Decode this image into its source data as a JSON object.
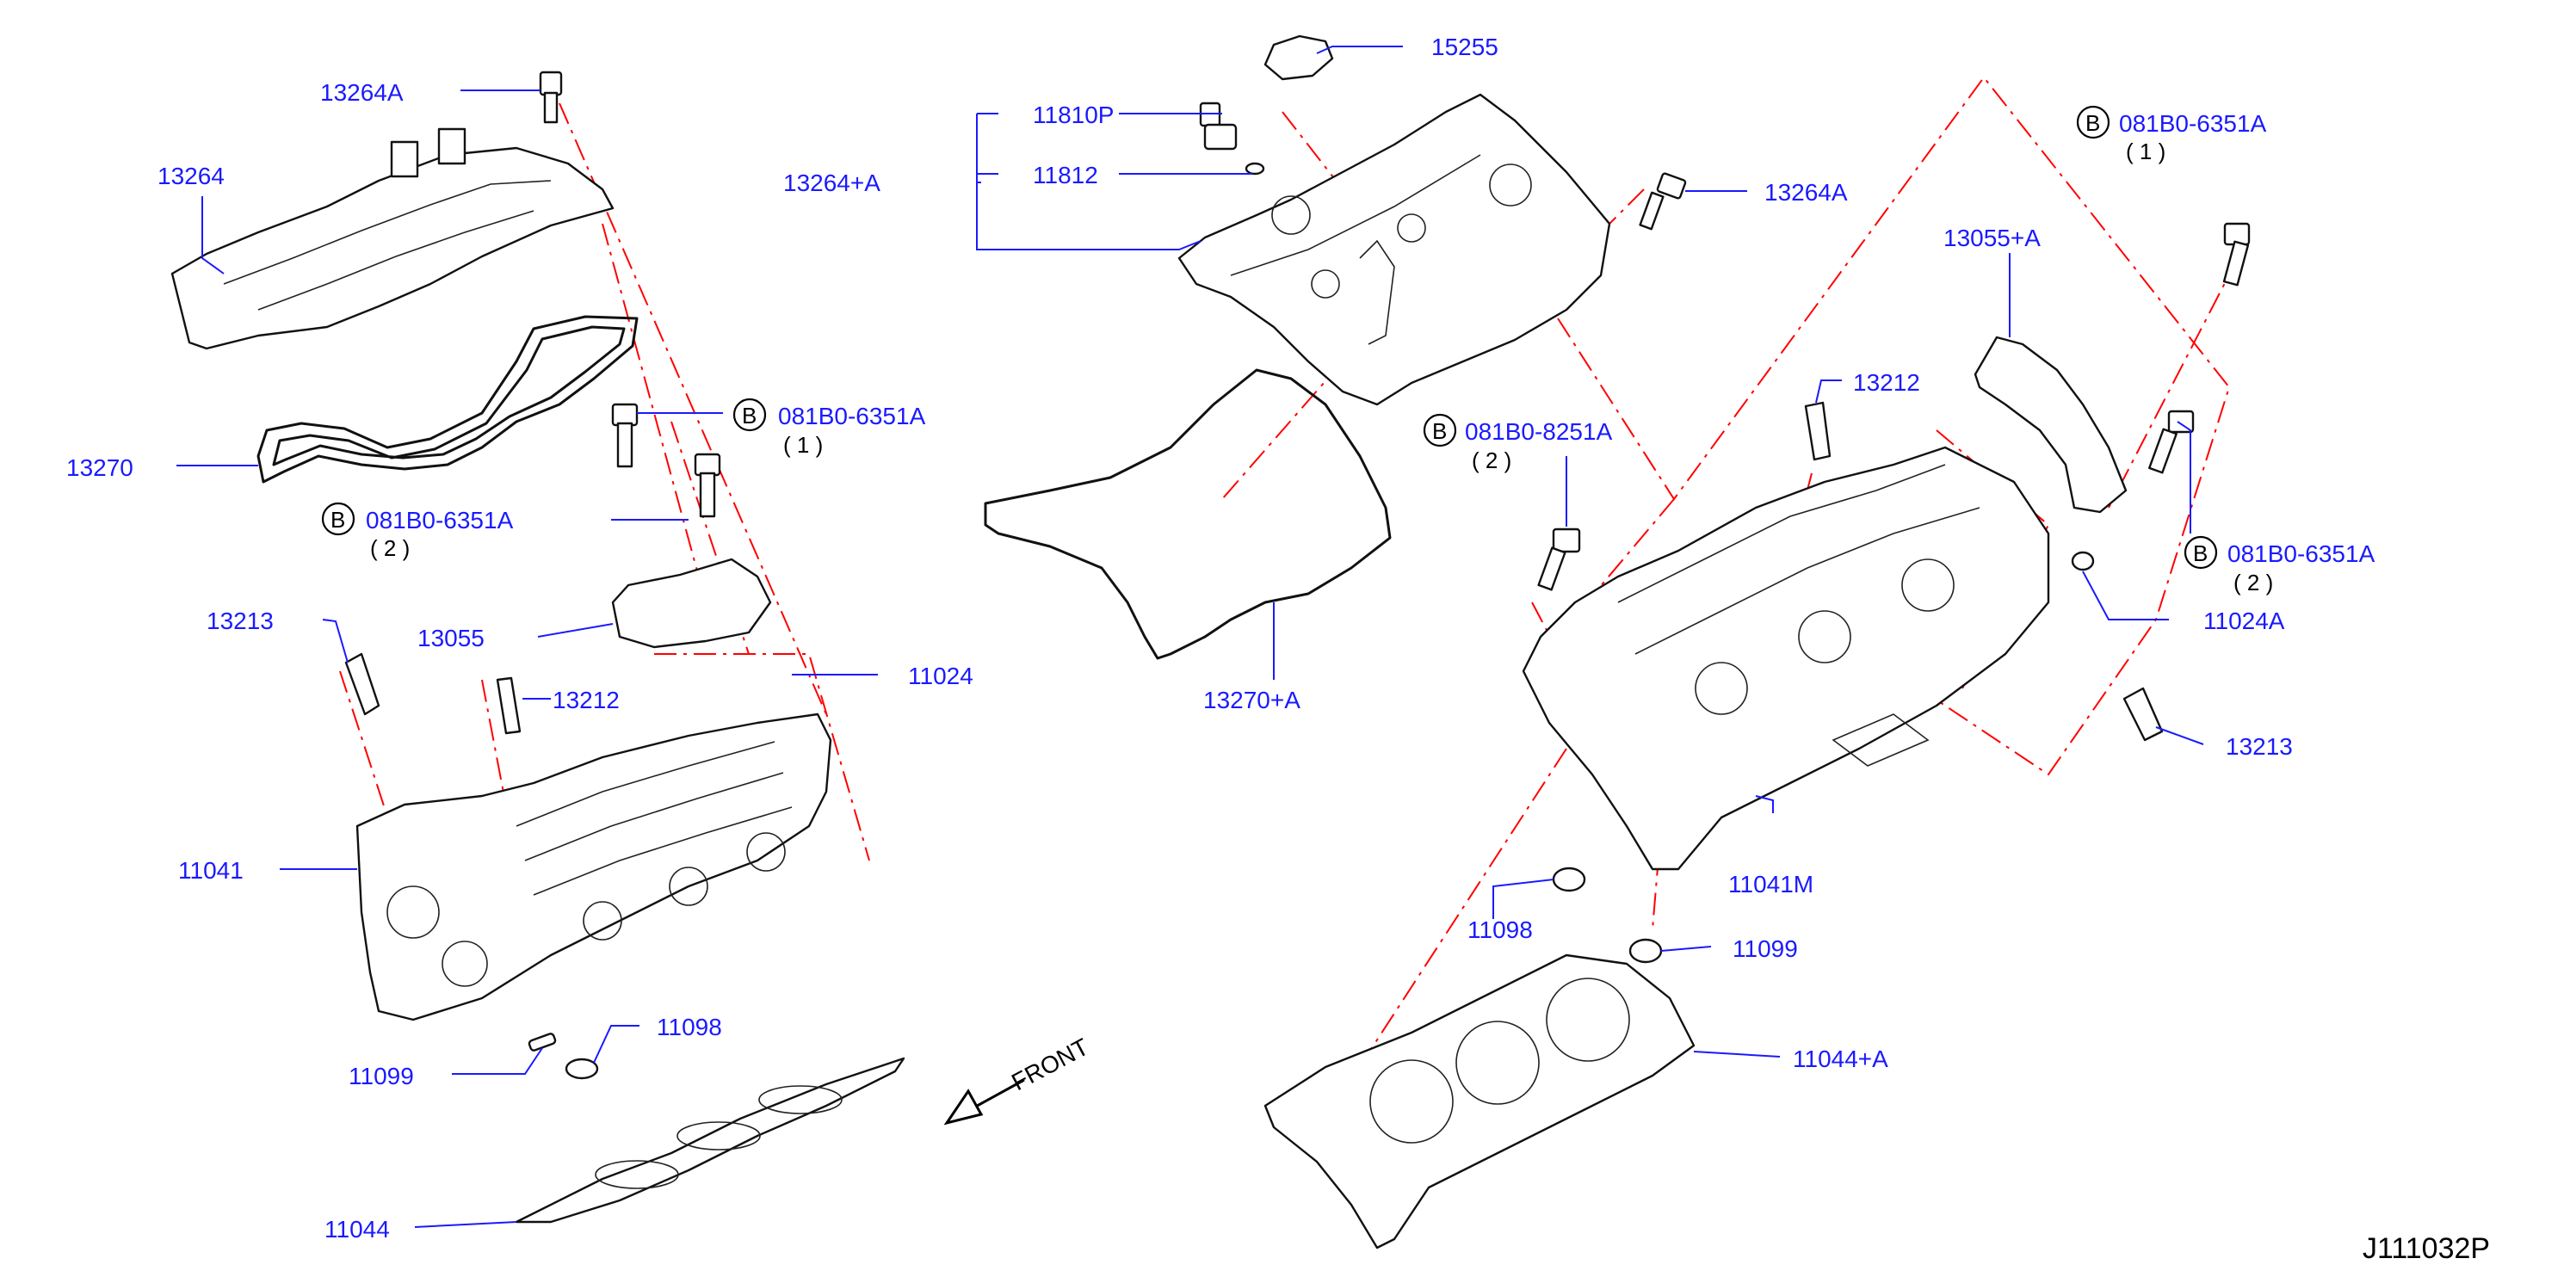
{
  "diagram_ref": "J111032P",
  "front_label": "FRONT",
  "callouts": {
    "left_13264A": "13264A",
    "left_13264": "13264",
    "left_13270": "13270",
    "left_b1_code": "081B0-6351A",
    "left_b1_qty": "( 1 )",
    "left_b2_code": "081B0-6351A",
    "left_b2_qty": "( 2 )",
    "left_13213": "13213",
    "left_13055": "13055",
    "left_13212": "13212",
    "left_11024": "11024",
    "left_11041": "11041",
    "left_11098": "11098",
    "left_11099": "11099",
    "left_11044": "11044",
    "top_15255": "15255",
    "top_11810P": "11810P",
    "top_11812": "11812",
    "top_13264plusA": "13264+A",
    "top_13270plusA": "13270+A",
    "right_13264A": "13264A",
    "right_b1_code": "081B0-6351A",
    "right_b1_qty": "( 1 )",
    "right_13055plusA": "13055+A",
    "right_13212": "13212",
    "right_b8251_code": "081B0-8251A",
    "right_b8251_qty": "( 2 )",
    "right_b2_code": "081B0-6351A",
    "right_b2_qty": "( 2 )",
    "right_11024A": "11024A",
    "right_13213": "13213",
    "right_11041M": "11041M",
    "right_11098": "11098",
    "right_11099": "11099",
    "right_11044plusA": "11044+A",
    "bolt_marker": "B"
  }
}
